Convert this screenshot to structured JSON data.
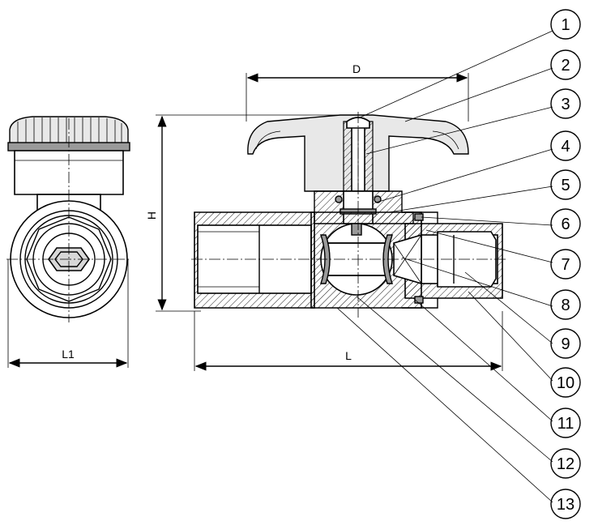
{
  "dimensions": {
    "d": "D",
    "h": "H",
    "l": "L",
    "l1": "L1"
  },
  "callouts": [
    "1",
    "2",
    "3",
    "4",
    "5",
    "6",
    "7",
    "8",
    "9",
    "10",
    "11",
    "12",
    "13"
  ]
}
